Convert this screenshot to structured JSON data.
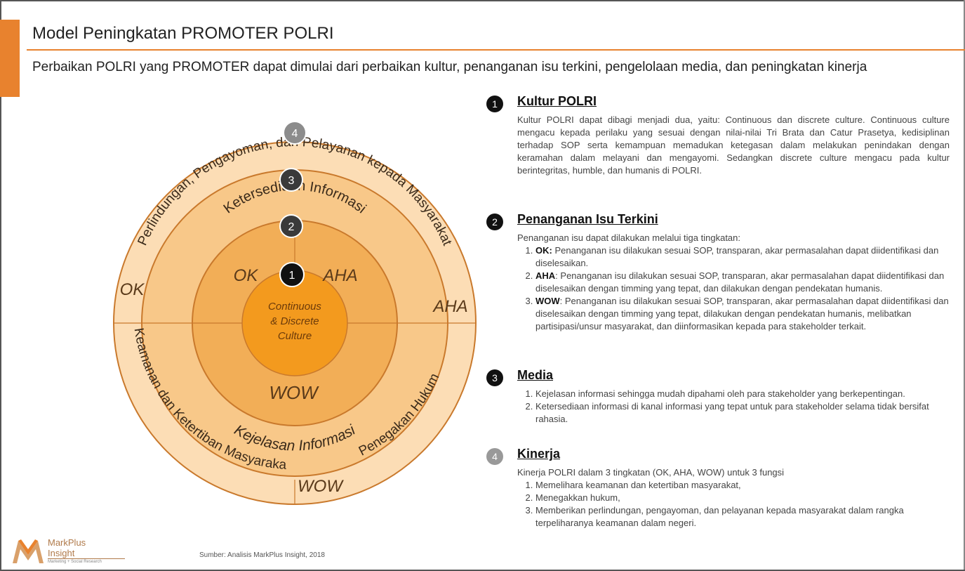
{
  "header": {
    "title": "Model Peningkatan PROMOTER POLRI",
    "subtitle": "Perbaikan POLRI yang PROMOTER dapat dimulai dari perbaikan kultur, penanganan isu terkini, pengelolaan media, dan peningkatan kinerja"
  },
  "colors": {
    "accent": "#E8822E",
    "ring_outer": "#FCDDB5",
    "ring_3": "#F8C889",
    "ring_2": "#F2AE57",
    "core": "#F39A1E"
  },
  "diagram": {
    "core_lines": [
      "Continuous",
      "& Discrete",
      "Culture"
    ],
    "badges": [
      "1",
      "2",
      "3",
      "4"
    ],
    "ring2_labels": {
      "ok": "OK",
      "aha": "AHA",
      "wow": "WOW"
    },
    "ring3_top": "Ketersediaan Informasi",
    "ring3_bottom": "Kejelasan Informasi",
    "ring4_top": "Perlindungan, Pengayoman, dan Pelayanan kepada Masyarakat",
    "ring4_bottom_left": "Keamanan dan Ketertiban Masyarakat",
    "ring4_bottom_right": "Penegakan Hukum",
    "outer_labels": {
      "ok": "OK",
      "aha": "AHA",
      "wow": "WOW"
    }
  },
  "sections": {
    "kultur": {
      "num": "1",
      "title": "Kultur POLRI",
      "body": "Kultur POLRI dapat dibagi menjadi dua, yaitu: Continuous dan discrete culture. Continuous culture mengacu kepada perilaku yang sesuai dengan nilai-nilai Tri Brata dan Catur Prasetya, kedisiplinan terhadap SOP serta kemampuan memadukan ketegasan dalam melakukan penindakan dengan keramahan dalam melayani dan mengayomi. Sedangkan discrete culture mengacu pada kultur berintegritas, humble, dan humanis di POLRI."
    },
    "isu": {
      "num": "2",
      "title": "Penanganan Isu Terkini",
      "intro": "Penanganan isu dapat dilakukan melalui tiga tingkatan:",
      "items": [
        {
          "label": "OK:",
          "text": " Penanganan isu dilakukan sesuai SOP, transparan, akar permasalahan dapat diidentifikasi dan diselesaikan."
        },
        {
          "label": "AHA",
          "text": ": Penanganan isu dilakukan sesuai SOP, transparan, akar permasalahan dapat diidentifikasi dan diselesaikan dengan timming yang tepat, dan dilakukan dengan pendekatan humanis."
        },
        {
          "label": "WOW",
          "text": ": Penanganan isu dilakukan sesuai SOP, transparan, akar permasalahan dapat diidentifikasi dan diselesaikan dengan timming yang tepat, dilakukan dengan pendekatan humanis, melibatkan partisipasi/unsur masyarakat, dan diinformasikan kepada para stakeholder terkait."
        }
      ]
    },
    "media": {
      "num": "3",
      "title": "Media",
      "items": [
        "Kejelasan informasi sehingga mudah dipahami oleh para stakeholder yang berkepentingan.",
        "Ketersediaan informasi di kanal informasi yang tepat untuk para stakeholder selama tidak bersifat rahasia."
      ]
    },
    "kinerja": {
      "num": "4",
      "title": "Kinerja",
      "intro": "Kinerja POLRI dalam 3 tingkatan (OK, AHA, WOW) untuk 3 fungsi",
      "items": [
        "Memelihara keamanan dan ketertiban masyarakat,",
        "Menegakkan hukum,",
        "Memberikan perlindungan, pengayoman, dan pelayanan kepada masyarakat dalam rangka terpeliharanya keamanan dalam negeri."
      ]
    }
  },
  "footer": {
    "logo_line1": "MarkPlus",
    "logo_line2": "Insight",
    "logo_tagline": "Marketing + Social Research",
    "source": "Sumber: Analisis MarkPlus Insight, 2018"
  }
}
